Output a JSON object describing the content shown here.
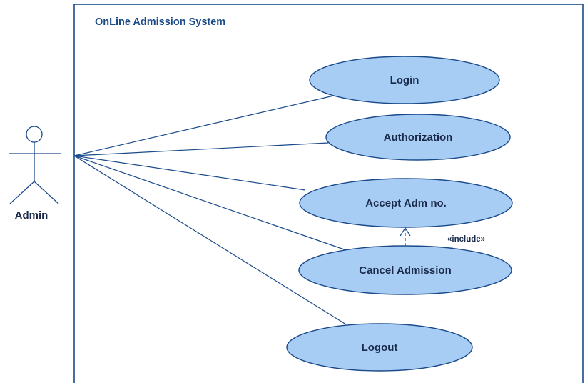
{
  "system": {
    "title": "OnLine Admission System"
  },
  "actor": {
    "name": "Admin"
  },
  "use_cases": [
    {
      "label": "Login"
    },
    {
      "label": "Authorization"
    },
    {
      "label": "Accept Adm no."
    },
    {
      "label": "Cancel Admission"
    },
    {
      "label": "Logout"
    }
  ],
  "relationship": {
    "stereotype": "«include»"
  },
  "colors": {
    "line": "#1a4a8a",
    "ellipse_fill": "#a8cdf5",
    "ellipse_stroke": "#1a4a8a",
    "title_text": "#1a4a8a",
    "label_text": "#1a2a4a"
  }
}
